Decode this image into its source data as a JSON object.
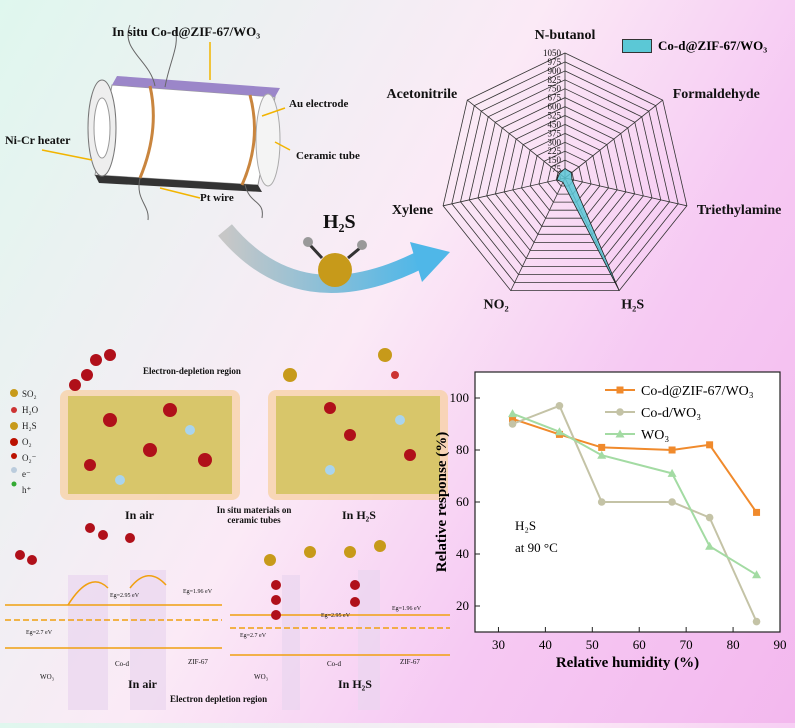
{
  "sensor": {
    "title": "In situ Co-d@ZIF-67/WO₃",
    "heater": "Ni-Cr heater",
    "electrode": "Au electrode",
    "tube": "Ceramic tube",
    "wire": "Pt wire"
  },
  "gas_label": "H₂S",
  "radar": {
    "legend": "Co-d@ZIF-67/WO₃",
    "axes": [
      "N-butanol",
      "Formaldehyde",
      "Triethylamine",
      "H₂S",
      "NO₂",
      "Xylene",
      "Acetonitrile"
    ],
    "ticks": [
      "0",
      "75",
      "150",
      "225",
      "300",
      "375",
      "450",
      "525",
      "600",
      "675",
      "750",
      "825",
      "900",
      "975",
      "1050"
    ],
    "max": 1050,
    "values": [
      80,
      70,
      60,
      1050,
      40,
      70,
      60
    ],
    "colors": {
      "fill": "#5bc8d6",
      "stroke": "#222"
    }
  },
  "mechanism": {
    "legend": [
      "SO₂",
      "H₂O",
      "H₂S",
      "O₂",
      "O₂⁻",
      "e⁻",
      "h⁺"
    ],
    "depletion_top": "Electron-depletion region",
    "in_air": "In air",
    "in_h2s": "In H₂S",
    "center_caption": "In situ materials on ceramic tubes",
    "band_left": {
      "eg1": "Eg=2.7 eV",
      "eg2": "Eg=2.95 eV",
      "eg3": "Eg=1.96 eV",
      "m1": "WO₃",
      "m2": "Co-d",
      "m3": "ZIF-67",
      "caption": "In air"
    },
    "band_right": {
      "eg1": "Eg=2.7 eV",
      "eg2": "Eg=2.95 eV",
      "eg3": "Eg=1.96 eV",
      "m1": "WO₃",
      "m2": "Co-d",
      "m3": "ZIF-67",
      "caption": "In H₂S"
    },
    "depletion_bottom": "Electron depletion region"
  },
  "chart_data": {
    "type": "line",
    "xlabel": "Relative humidity (%)",
    "ylabel": "Relative response (%)",
    "xlim": [
      25,
      90
    ],
    "ylim": [
      10,
      110
    ],
    "xticks": [
      30,
      40,
      50,
      60,
      70,
      80,
      90
    ],
    "yticks": [
      20,
      40,
      60,
      80,
      100
    ],
    "annotation": [
      "H₂S",
      "at 90 °C"
    ],
    "series": [
      {
        "name": "Co-d@ZIF-67/WO₃",
        "color": "#f08a2c",
        "marker": "square",
        "x": [
          33,
          43,
          52,
          67,
          75,
          85
        ],
        "y": [
          92,
          86,
          81,
          80,
          82,
          56
        ]
      },
      {
        "name": "Co-d/WO₃",
        "color": "#c4c3a6",
        "marker": "circle",
        "x": [
          33,
          43,
          52,
          67,
          75,
          85
        ],
        "y": [
          90,
          97,
          60,
          60,
          54,
          14
        ]
      },
      {
        "name": "WO₃",
        "color": "#a3dba3",
        "marker": "triangle",
        "x": [
          33,
          43,
          52,
          67,
          75,
          85
        ],
        "y": [
          94,
          87,
          78,
          71,
          43,
          32
        ]
      }
    ]
  }
}
